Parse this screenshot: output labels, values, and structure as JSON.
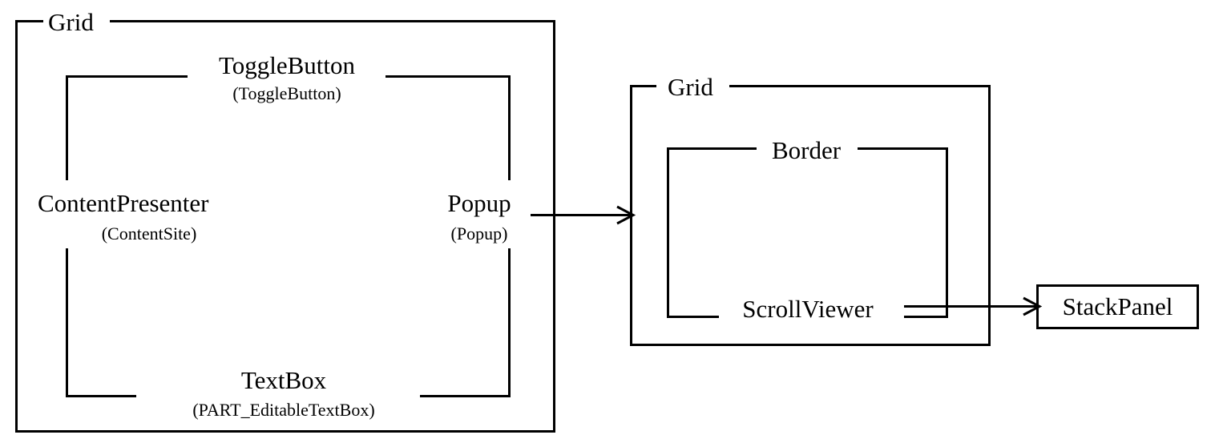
{
  "diagram": {
    "type": "control-template-visual-tree",
    "background_color": "#ffffff",
    "line_color": "#000000",
    "text_color": "#000000",
    "groups": {
      "outer_grid": {
        "label": "Grid",
        "sublabel": ""
      },
      "toggle_button": {
        "label": "ToggleButton",
        "sublabel": "(ToggleButton)"
      },
      "content_presenter": {
        "label": "ContentPresenter",
        "sublabel": "(ContentSite)"
      },
      "popup": {
        "label": "Popup",
        "sublabel": "(Popup)"
      },
      "textbox": {
        "label": "TextBox",
        "sublabel": "(PART_EditableTextBox)"
      },
      "popup_grid": {
        "label": "Grid",
        "sublabel": ""
      },
      "border": {
        "label": "Border",
        "sublabel": ""
      },
      "scroll_viewer": {
        "label": "ScrollViewer",
        "sublabel": ""
      },
      "stack_panel": {
        "label": "StackPanel",
        "sublabel": ""
      }
    },
    "connections": [
      {
        "from": "Popup",
        "to": "Grid",
        "style": "arrow"
      },
      {
        "from": "ScrollViewer",
        "to": "StackPanel",
        "style": "arrow"
      }
    ]
  }
}
